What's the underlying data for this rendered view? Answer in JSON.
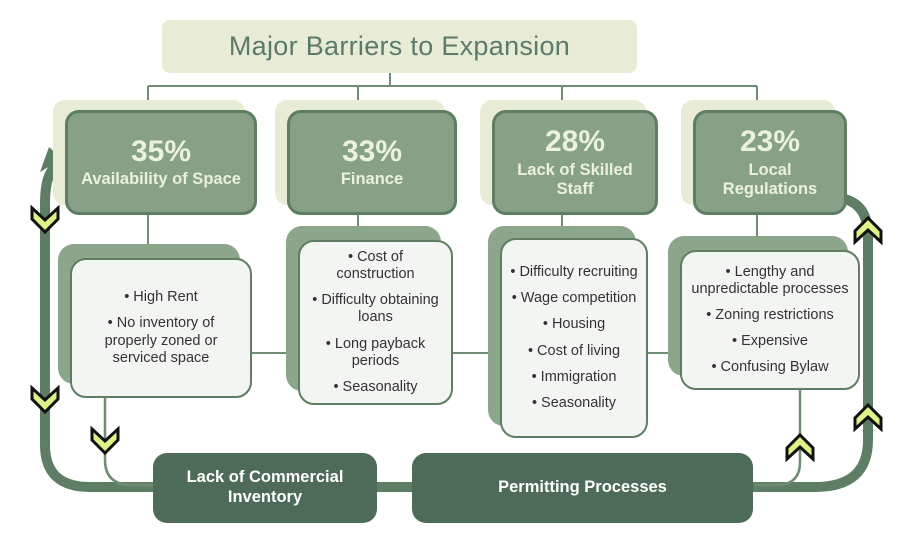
{
  "title": "Major Barriers to Expansion",
  "barriers": [
    {
      "pct": "35%",
      "label": "Availability of Space",
      "details": [
        "High Rent",
        "No inventory of properly zoned or serviced space"
      ]
    },
    {
      "pct": "33%",
      "label": "Finance",
      "details": [
        "Cost of construction",
        "Difficulty obtaining loans",
        "Long payback periods",
        "Seasonality"
      ]
    },
    {
      "pct": "28%",
      "label": "Lack of Skilled Staff",
      "details": [
        "Difficulty recruiting",
        "Wage competition",
        "Housing",
        "Cost of living",
        "Immigration",
        "Seasonality"
      ]
    },
    {
      "pct": "23%",
      "label": "Local Regulations",
      "details": [
        "Lengthy and unpredictable processes",
        "Zoning restrictions",
        "Expensive",
        "Confusing Bylaw"
      ]
    }
  ],
  "footer": [
    {
      "label": "Lack of Commercial Inventory"
    },
    {
      "label": "Permitting Processes"
    }
  ],
  "colors": {
    "cream": "#e8ecd4",
    "sage": "#87a187",
    "sageBorder": "#5e7e63",
    "deep": "#4e6b59",
    "lineThick": "#5e7d65",
    "lineThin": "#6f8d72",
    "cardBg": "#f3f5f2",
    "cardShadow": "#8ca68b",
    "cardText": "#333333",
    "titleText": "#5c7a6b",
    "pctText": "#ecf1da",
    "chevronFill": "#ddf287",
    "chevronStroke": "#111111"
  }
}
